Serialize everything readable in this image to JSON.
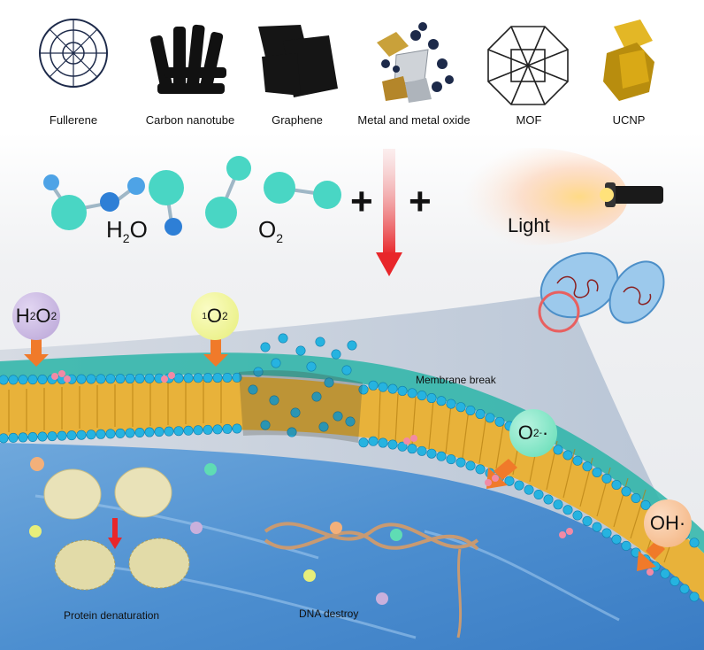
{
  "materials": [
    {
      "label": "Fullerene",
      "icon": "fullerene-icon"
    },
    {
      "label": "Carbon nanotube",
      "icon": "carbon-nanotube-icon"
    },
    {
      "label": "Graphene",
      "icon": "graphene-icon"
    },
    {
      "label": "Metal and metal oxide",
      "icon": "metal-oxide-icon"
    },
    {
      "label": "MOF",
      "icon": "mof-icon"
    },
    {
      "label": "UCNP",
      "icon": "ucnp-icon"
    }
  ],
  "reactants": {
    "water": {
      "main": "H",
      "sub": "2",
      "tail": "O"
    },
    "oxygen": {
      "main": "O",
      "sub": "2"
    },
    "plus_symbol": "+",
    "light_label": "Light"
  },
  "ros": {
    "h2o2": {
      "a": "H",
      "a_sub": "2",
      "b": "O",
      "b_sub": "2",
      "color": "#b8a3d6"
    },
    "singlet_o2": {
      "sup": "1",
      "main": "O",
      "sub": "2",
      "color": "#e7ee7a"
    },
    "superoxide": {
      "main": "O",
      "sub": "2",
      "sup": "-",
      "dot": "·",
      "color": "#5fdcb4"
    },
    "hydroxyl": {
      "main": "OH",
      "dot": "·",
      "color": "#f3b07a"
    }
  },
  "labels": {
    "membrane_break": "Membrane  break",
    "protein_denaturation": "Protein denaturation",
    "dna_destroy": "DNA destroy"
  },
  "colors": {
    "membrane_head": "#26b3e0",
    "lipid_tail": "#e8b23a",
    "cell_interior": "#4a8fcf",
    "arrow_red": "#e8262a",
    "arrow_orange": "#f07a2a",
    "molecule_teal": "#49d6c4",
    "molecule_blue": "#2e7fd6"
  }
}
